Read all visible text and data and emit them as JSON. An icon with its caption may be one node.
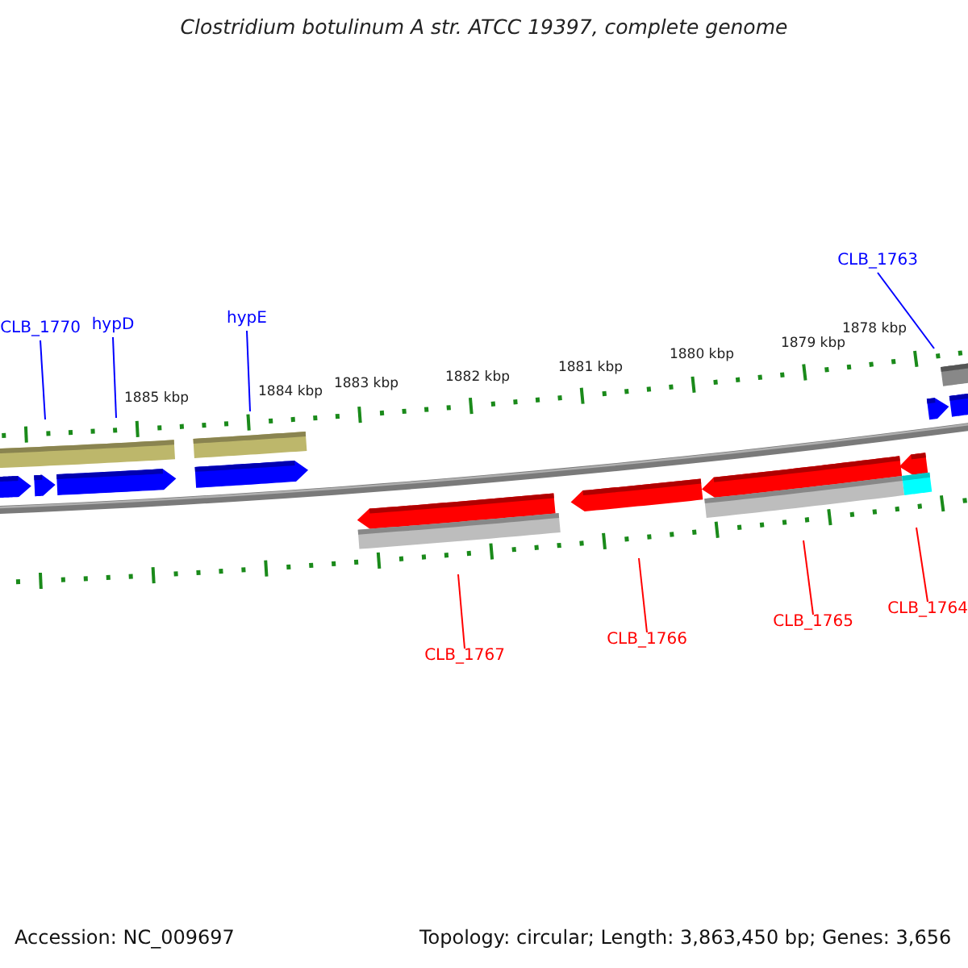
{
  "diagram": {
    "title": "Clostridium botulinum A str. ATCC 19397, complete genome",
    "nodes": [
      {
        "text": [
          "CLB_1770"
        ]
      },
      {
        "text": [
          "hypD"
        ]
      },
      {
        "text": [
          "hypE"
        ]
      },
      {
        "text": [
          "CLB_1763"
        ]
      },
      {
        "text": [
          "CLB_1767"
        ]
      },
      {
        "text": [
          "CLB_1766"
        ]
      },
      {
        "text": [
          "CLB_1765"
        ]
      },
      {
        "text": [
          "CLB_1764"
        ]
      }
    ],
    "edges": [
      {
        "from": 0,
        "to": null,
        "arrow": "none",
        "color": "#0000ff"
      },
      {
        "from": 1,
        "to": null,
        "arrow": "none",
        "color": "#0000ff"
      },
      {
        "from": 2,
        "to": null,
        "arrow": "none",
        "color": "#0000ff"
      },
      {
        "from": 3,
        "to": null,
        "arrow": "none",
        "color": "#0000ff"
      },
      {
        "from": 4,
        "to": null,
        "arrow": "none",
        "color": "#ff0000"
      },
      {
        "from": 5,
        "to": null,
        "arrow": "none",
        "color": "#ff0000"
      },
      {
        "from": 6,
        "to": null,
        "arrow": "none",
        "color": "#ff0000"
      },
      {
        "from": 7,
        "to": null,
        "arrow": "none",
        "color": "#ff0000"
      }
    ],
    "labels": [
      "1885 kbp",
      "1884 kbp",
      "1883 kbp",
      "1882 kbp",
      "1881 kbp",
      "1880 kbp",
      "1879 kbp",
      "1878 kbp",
      "Accession: NC_009697",
      "Topology: circular; Length: 3,863,450 bp; Genes: 3,656"
    ]
  }
}
